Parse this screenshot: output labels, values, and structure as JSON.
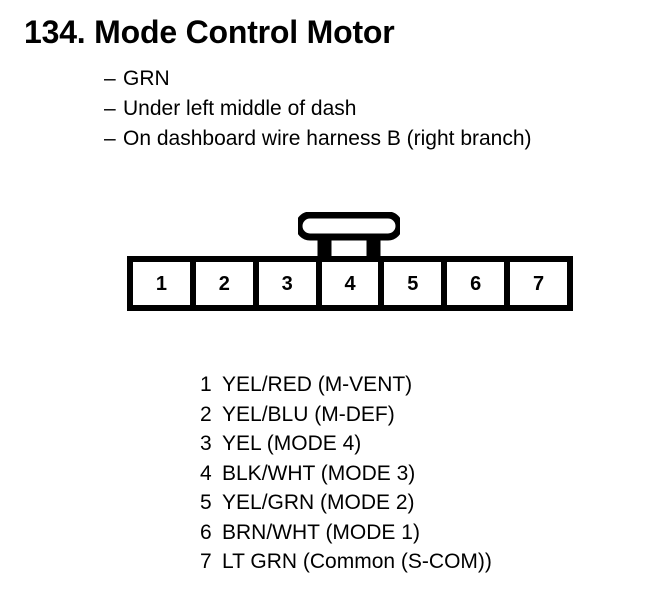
{
  "document": {
    "item_number": "134.",
    "title": "134. Mode Control Motor",
    "component_name": "Mode Control Motor"
  },
  "description": {
    "dash": "–",
    "lines": [
      {
        "dash": "–",
        "text": "GRN"
      },
      {
        "dash": "–",
        "text": "Under left middle of dash"
      },
      {
        "dash": "–",
        "text": "On dashboard wire harness B (right branch)"
      }
    ]
  },
  "connector": {
    "pin_count": 7,
    "latch_icon": "connector-latch-tab-icon",
    "pins": [
      {
        "number": "1"
      },
      {
        "number": "2"
      },
      {
        "number": "3"
      },
      {
        "number": "4"
      },
      {
        "number": "5"
      },
      {
        "number": "6"
      },
      {
        "number": "7"
      }
    ]
  },
  "pin_legend": [
    {
      "number": "1",
      "label": "YEL/RED (M-VENT)"
    },
    {
      "number": "2",
      "label": "YEL/BLU (M-DEF)"
    },
    {
      "number": "3",
      "label": "YEL (MODE 4)"
    },
    {
      "number": "4",
      "label": "BLK/WHT (MODE 3)"
    },
    {
      "number": "5",
      "label": "YEL/GRN (MODE 2)"
    },
    {
      "number": "6",
      "label": "BRN/WHT (MODE 1)"
    },
    {
      "number": "7",
      "label": "LT GRN (Common (S-COM))"
    }
  ],
  "colors": {
    "ink": "#000000",
    "background": "#ffffff"
  }
}
